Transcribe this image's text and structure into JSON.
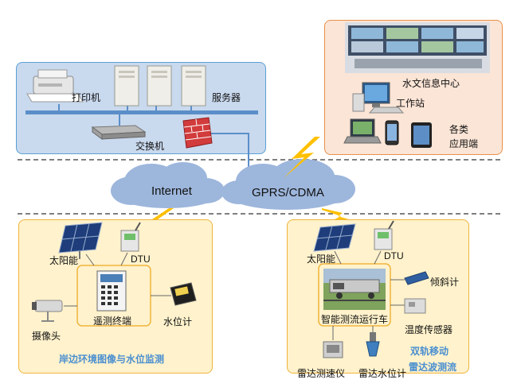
{
  "server_room": {
    "printer_label": "打印机",
    "server_label": "服务器",
    "switch_label": "交换机"
  },
  "hydro_center": {
    "center_label": "水文信息中心",
    "workstation_label": "工作站",
    "apps_label_line1": "各类",
    "apps_label_line2": "应用端"
  },
  "network": {
    "internet_label": "Internet",
    "gprs_label": "GPRS/CDMA"
  },
  "station_left": {
    "solar_label": "太阳能",
    "dtu_label": "DTU",
    "terminal_label": "遥测终端",
    "water_gauge_label": "水位计",
    "camera_label": "摄像头",
    "caption": "岸边环境图像与水位监测"
  },
  "station_right": {
    "solar_label": "太阳能",
    "dtu_label": "DTU",
    "vehicle_label": "智能测流运行车",
    "inclinometer_label": "倾斜计",
    "temp_sensor_label": "温度传感器",
    "radar_speed_label": "雷达测速仪",
    "radar_level_label": "雷达水位计",
    "caption_line1": "双轨移动",
    "caption_line2": "雷达波测流"
  },
  "colors": {
    "server_panel_bg": "#c9d9ee",
    "server_panel_border": "#5a9fd4",
    "center_panel_bg": "#fbe5d6",
    "center_panel_border": "#e8904a",
    "station_panel_bg": "#fff2cc",
    "station_panel_border": "#f0b43c",
    "cloud_fill": "#9db6dc",
    "lightning": "#ffc000",
    "caption_blue": "#4a8fd0"
  }
}
